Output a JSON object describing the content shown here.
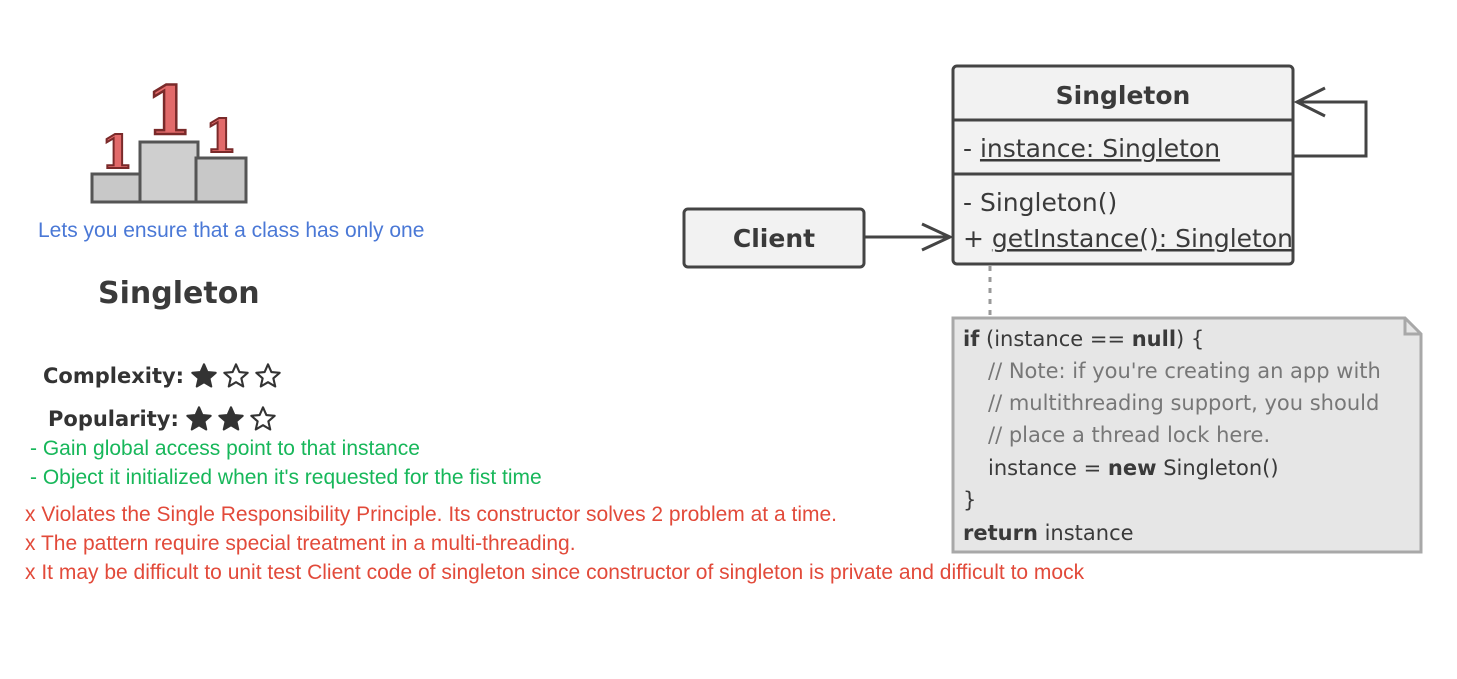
{
  "tagline": "Lets you ensure that a class has only one",
  "pattern_name": "Singleton",
  "ratings": {
    "complexity_label": "Complexity:",
    "complexity_stars": 1,
    "popularity_label": "Popularity:",
    "popularity_stars": 2,
    "max_stars": 3
  },
  "podium_digit": "1",
  "pros": [
    "- Gain global access point to that instance",
    "- Object it initialized when it's requested for the fist time"
  ],
  "cons": [
    "x Violates the Single Responsibility Principle. Its constructor solves 2 problem at a time.",
    "x The pattern require special treatment in a multi-threading.",
    "x It may be difficult to unit test Client code of singleton since constructor of singleton is private and difficult to mock"
  ],
  "uml": {
    "class_name": "Singleton",
    "field_prefix": "- ",
    "field": "instance: Singleton",
    "constructor": "- Singleton()",
    "method_prefix": "+ ",
    "method": "getInstance(): Singleton",
    "client": "Client"
  },
  "note": {
    "line1_kw": "if",
    "line1_a": " (instance == ",
    "line1_kw2": "null",
    "line1_b": ") {",
    "comment1": "// Note: if you're creating an app with",
    "comment2": "// multithreading support, you should",
    "comment3": "// place a thread lock here.",
    "assign_a": "instance = ",
    "assign_kw": "new",
    "assign_b": " Singleton()",
    "close_brace": "}",
    "return_kw": "return",
    "return_rest": " instance"
  },
  "colors": {
    "tagline": "#4a78d6",
    "pros": "#17b75a",
    "cons": "#e24a3a",
    "star": "#333333",
    "podium_digit": "#e26a6a"
  }
}
